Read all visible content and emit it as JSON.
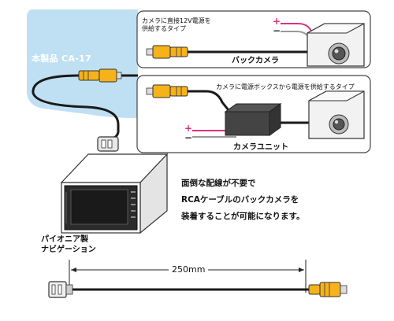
{
  "product": {
    "label": "本製品 CA-17"
  },
  "option_direct": {
    "description_lines": [
      "カメラに直接12V電源を",
      "供給するタイプ"
    ],
    "camera_label": "バックカメラ",
    "polarity": [
      "+",
      "−"
    ]
  },
  "option_box": {
    "description": "カメラに電源ボックスから電源を供給するタイプ",
    "unit_label": "カメラユニット",
    "polarity": [
      "+",
      "−"
    ]
  },
  "feature_lines": [
    "面倒な配線が不要で",
    "RCAケーブルのバックカメラを",
    "装着することが可能になります。"
  ],
  "navi_lines": [
    "パイオニア製",
    "ナビゲーション"
  ],
  "dimension": {
    "cable_length": "250mm"
  },
  "colors": {
    "product_area": "#bfe0f2",
    "rca_connector": "#f5b21a",
    "cable": "#1a1a1a",
    "wire_positive": "#e0307a",
    "wire_negative": "#999999",
    "panel_border": "#444444"
  }
}
